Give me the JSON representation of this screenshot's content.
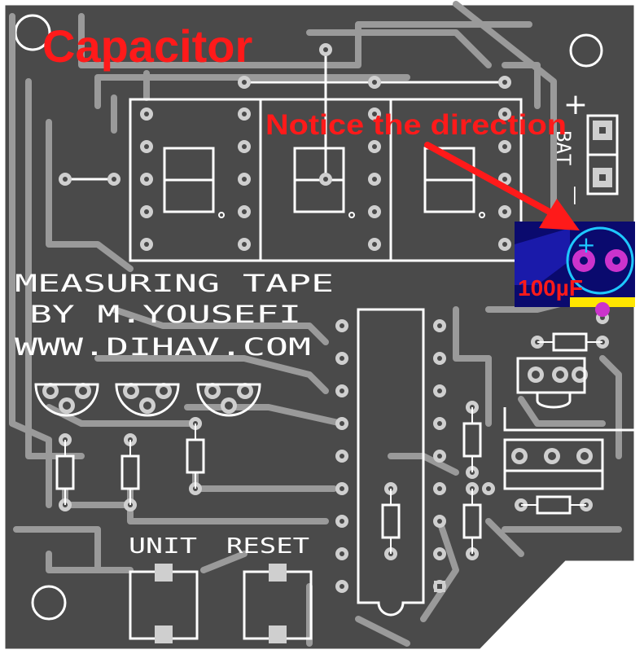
{
  "board": {
    "background_color": "#4a4a4a",
    "trace_color": "#9a9a9a",
    "silk_color": "#ffffff"
  },
  "annotations": {
    "title": "Capacitor",
    "note": "Notice the direction",
    "capacitor_value": "100µF",
    "annotation_color": "#ff1a1a",
    "highlight_bg": "#0a0a6e",
    "highlight_pad_color": "#cc33cc",
    "highlight_outline_color": "#1ec8ff"
  },
  "silkscreen": {
    "line1": "MEASURING TAPE",
    "line2": "BY M.YOUSEFI",
    "line3": "WWW.DIHAV.COM",
    "bat_label": "BAT",
    "bat_plus": "+",
    "bat_minus": "—",
    "cap_plus": "+",
    "button_unit": "UNIT",
    "button_reset": "RESET"
  }
}
